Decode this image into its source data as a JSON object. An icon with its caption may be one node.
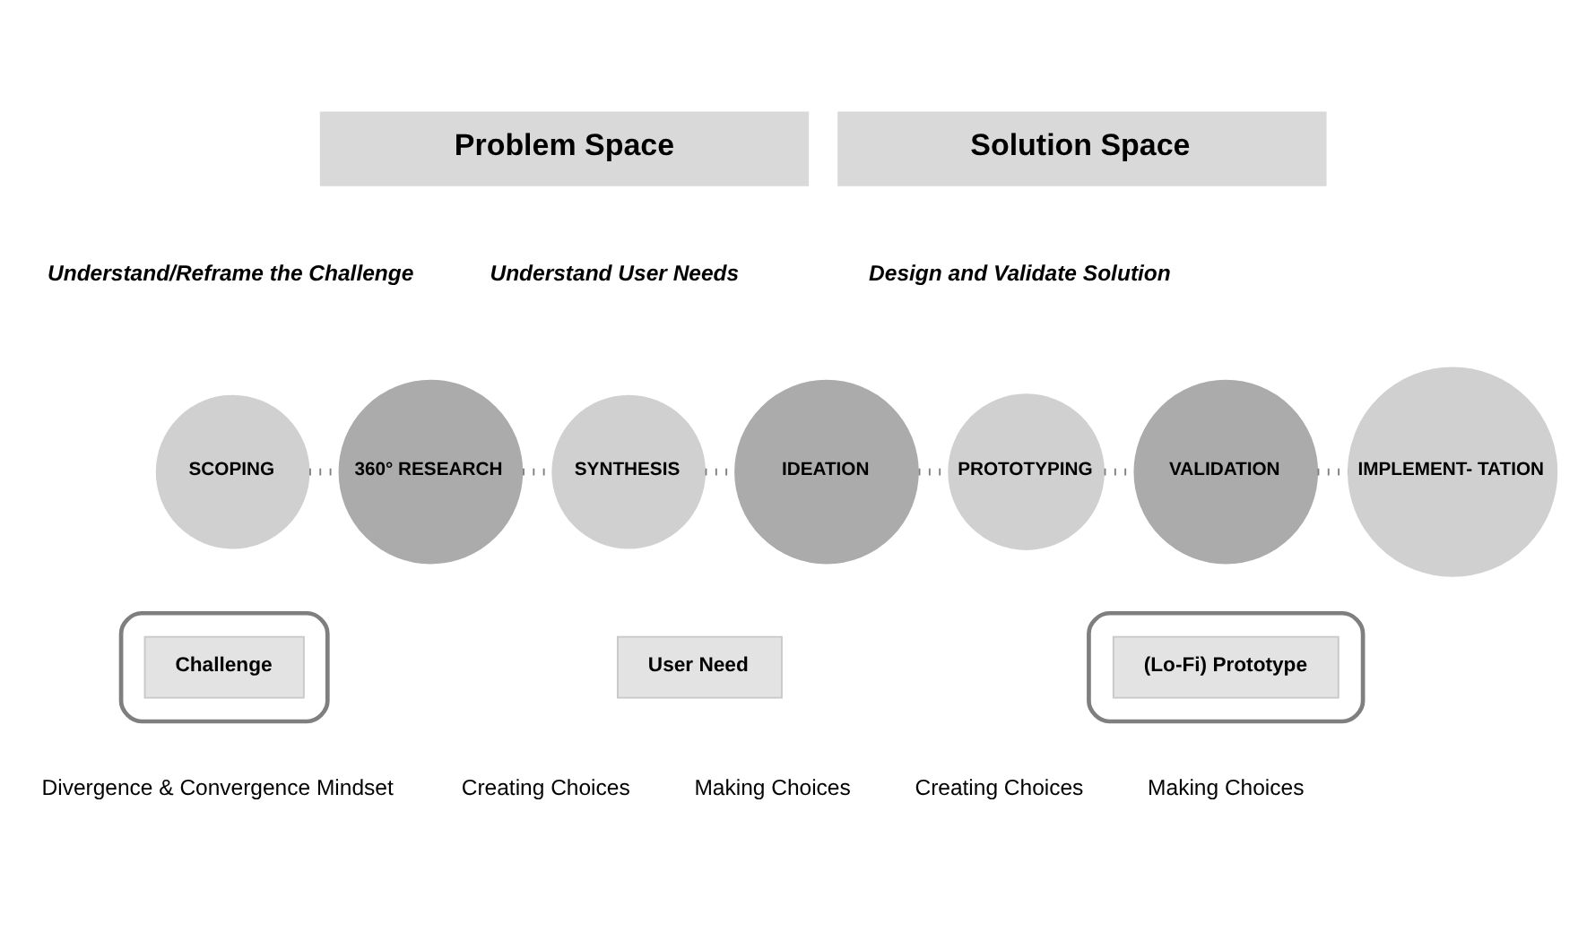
{
  "diagram": {
    "nodes": [
      {
        "text": [
          "Problem Space"
        ]
      },
      {
        "text": [
          "Solution Space"
        ]
      },
      {
        "text": [
          "SCOPING"
        ]
      },
      {
        "text": [
          "360° RESEARCH"
        ]
      },
      {
        "text": [
          "SYNTHESIS"
        ]
      },
      {
        "text": [
          "IDEATION"
        ]
      },
      {
        "text": [
          "PROTOTYPING"
        ]
      },
      {
        "text": [
          "VALIDATION"
        ]
      },
      {
        "text": [
          "IMPLEMENT- TATION"
        ]
      },
      {
        "text": [],
        "shape": "ellipse"
      },
      {
        "text": [
          "Challenge"
        ],
        "in": 9
      },
      {
        "text": [
          "User Need"
        ]
      },
      {
        "text": [],
        "shape": "ellipse"
      },
      {
        "text": [
          "(Lo-Fi) Prototype"
        ],
        "in": 12
      }
    ],
    "edges": [
      {
        "from": 2,
        "to": 3,
        "arrow": "none"
      },
      {
        "from": 3,
        "to": 4,
        "arrow": "none"
      },
      {
        "from": 4,
        "to": 5,
        "arrow": "none"
      },
      {
        "from": 5,
        "to": 6,
        "arrow": "none"
      },
      {
        "from": 6,
        "to": 7,
        "arrow": "none"
      },
      {
        "from": 7,
        "to": 8,
        "arrow": "none"
      }
    ],
    "labels": [
      "Understand/Reframe the Challenge",
      "Understand User Needs",
      "Design and Validate Solution",
      "Divergence & Convergence Mindset",
      "Creating Choices",
      "Making Choices",
      "Creating Choices",
      "Making Choices"
    ]
  }
}
